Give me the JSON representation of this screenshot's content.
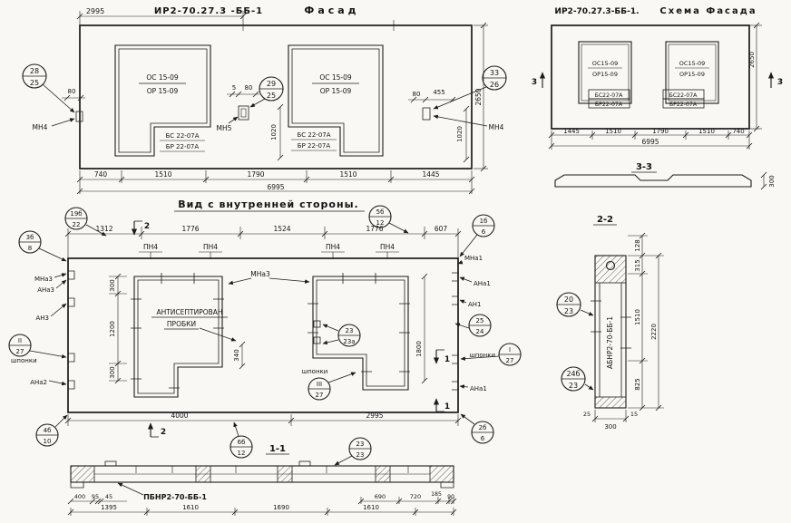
{
  "facade": {
    "code": "ИР2-70.27.3 -ББ-1",
    "title": "Фасад",
    "dim_2995": "2995",
    "win1_top": "ОС 15-09",
    "win1_bot": "ОР 15-09",
    "win2_top": "ОС 15-09",
    "win2_bot": "ОР 15-09",
    "sill1_top": "БС 22-07А",
    "sill1_bot": "БР 22-07А",
    "sill2_top": "БС 22-07А",
    "sill2_bot": "БР 22-07А",
    "co_left_t": "28",
    "co_left_b": "25",
    "co_mid_t": "29",
    "co_mid_b": "25",
    "co_right_t": "33",
    "co_right_b": "26",
    "mn4_left": "МН4",
    "mn5": "МН5",
    "mn4_right": "МН4",
    "d80a": "80",
    "d5": "5",
    "d80b": "80",
    "d80c": "80",
    "d455": "455",
    "d1020a": "1020",
    "d1020b": "1020",
    "height": "2650",
    "dims": [
      "740",
      "1510",
      "1790",
      "1510",
      "1445"
    ],
    "total": "6995"
  },
  "scheme": {
    "code": "ИР2-70.27.3-ББ-1.",
    "title": "Схема Фасада",
    "win1_top": "ОС15-09",
    "win1_bot": "ОР15-09",
    "win2_top": "ОС15-09",
    "win2_bot": "ОР15-09",
    "sill1_top": "БС22-07А",
    "sill1_bot": "БР22-07А",
    "sill2_top": "БС22-07А",
    "sill2_bot": "БР22-07А",
    "marker": "3",
    "height": "2650",
    "dims": [
      "1445",
      "1510",
      "1790",
      "1510",
      "740"
    ],
    "total": "6995",
    "section": "3-3",
    "d300": "300"
  },
  "inner": {
    "title": "Вид с внутренней стороны.",
    "dims_top": [
      "1312",
      "1776",
      "1524",
      "1776",
      "607"
    ],
    "pn4": "ПН4",
    "mna3_top": "МНа3",
    "co19b_t": "19б",
    "co19b_b": "22",
    "co3b_t": "3б",
    "co3b_b": "8",
    "co5b_t": "5б",
    "co5b_b": "12",
    "co1b_t": "1б",
    "co1b_b": "6",
    "co4b_t": "4б",
    "co4b_b": "10",
    "co6b_t": "6б",
    "co6b_b": "12",
    "co2b_t": "2б",
    "co2b_b": "6",
    "co25_t": "25",
    "co25_b": "24",
    "coII_t": "II",
    "coII_b": "27",
    "coI_t": "I",
    "coI_b": "27",
    "coIII_t": "III",
    "coIII_b": "27",
    "co23_t": "23",
    "co23_b": "23а",
    "l_mna3": "МНа3",
    "l_ana3": "АНа3",
    "l_an3": "АН3",
    "l_ana2": "АНа2",
    "r_mna1": "МНа1",
    "r_ana1": "АНа1",
    "r_an1": "АН1",
    "r_ana1b": "АНа1",
    "shponki": "шпонки",
    "note1": "АНТИСЕПТИРОВАН",
    "note2": "ПРОБКИ",
    "d300a": "300",
    "d1200": "1200",
    "d300b": "300",
    "d340": "340",
    "d1800": "1800",
    "dim_4000": "4000",
    "dim_2995": "2995",
    "marker2": "2",
    "marker1": "1"
  },
  "s11": {
    "label": "1-1",
    "co_t": "23",
    "co_b": "23",
    "part": "ПБНР2-70-ББ-1",
    "d400": "400",
    "d95": "95",
    "d45": "45",
    "d690": "690",
    "d720": "720",
    "d185": "185",
    "d90": "90",
    "dims": [
      "1395",
      "1610",
      "1690",
      "1610"
    ]
  },
  "s22": {
    "label": "2-2",
    "co20_t": "20",
    "co20_b": "23",
    "co24_t": "24б",
    "co24_b": "23",
    "part": "АБНР2-70-ББ-1",
    "d128": "128",
    "d315": "315",
    "d1510": "1510",
    "d2220": "2220",
    "d825": "825",
    "d25": "25",
    "d15": "15",
    "d300": "300"
  }
}
